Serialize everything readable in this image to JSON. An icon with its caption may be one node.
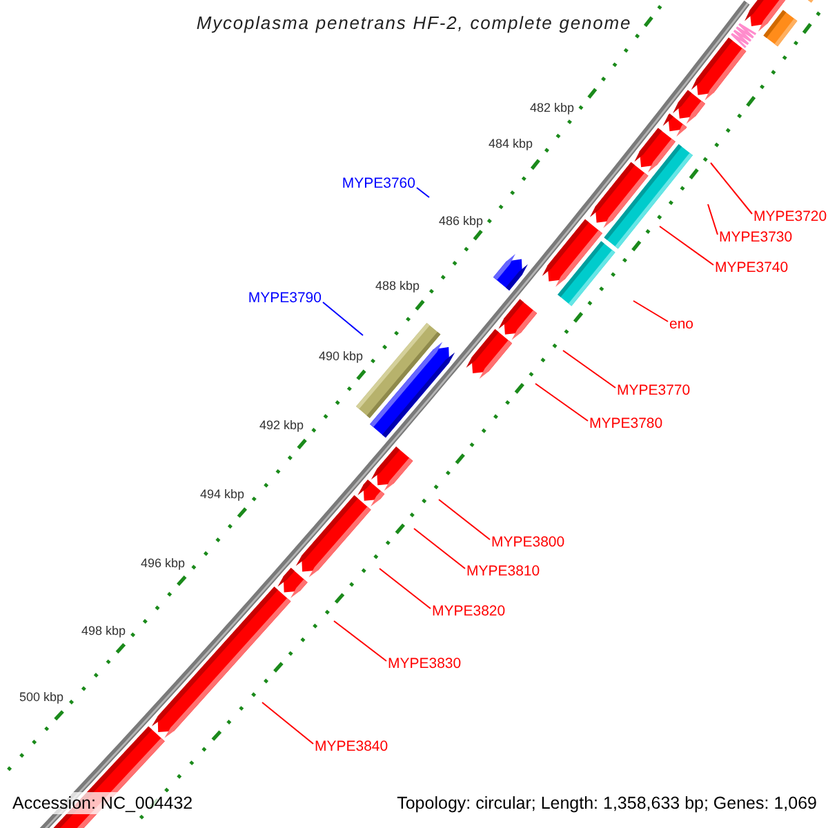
{
  "diagram": {
    "title": "Mycoplasma penetrans HF-2, complete genome",
    "nodes": [
      {
        "text": [
          "MYPE3760"
        ]
      },
      {
        "text": [
          "MYPE3720"
        ]
      },
      {
        "text": [
          "MYPE3730"
        ]
      },
      {
        "text": [
          "MYPE3740"
        ]
      },
      {
        "text": [
          "MYPE3790"
        ]
      },
      {
        "text": [
          "eno"
        ]
      },
      {
        "text": [
          "MYPE3770"
        ]
      },
      {
        "text": [
          "MYPE3780"
        ]
      },
      {
        "text": [
          "MYPE3800"
        ]
      },
      {
        "text": [
          "MYPE3810"
        ]
      },
      {
        "text": [
          "MYPE3820"
        ]
      },
      {
        "text": [
          "MYPE3830"
        ]
      },
      {
        "text": [
          "MYPE3840"
        ]
      }
    ],
    "edges": [
      {
        "from": 0,
        "to": null,
        "arrow": "none",
        "color": "#0000ff"
      },
      {
        "from": 1,
        "to": null,
        "arrow": "none"
      },
      {
        "from": 2,
        "to": null,
        "arrow": "none"
      },
      {
        "from": 3,
        "to": null,
        "arrow": "none"
      },
      {
        "from": 4,
        "to": null,
        "arrow": "none",
        "color": "#0000ff"
      },
      {
        "from": 5,
        "to": null,
        "arrow": "none"
      },
      {
        "from": 6,
        "to": null,
        "arrow": "none"
      },
      {
        "from": 7,
        "to": null,
        "arrow": "none"
      },
      {
        "from": 8,
        "to": null,
        "arrow": "none"
      },
      {
        "from": 9,
        "to": null,
        "arrow": "none"
      },
      {
        "from": 10,
        "to": null,
        "arrow": "none"
      },
      {
        "from": 11,
        "to": null,
        "arrow": "none"
      },
      {
        "from": 12,
        "to": null,
        "arrow": "none"
      }
    ],
    "labels": [
      "482 kbp",
      "484 kbp",
      "486 kbp",
      "488 kbp",
      "490 kbp",
      "492 kbp",
      "494 kbp",
      "496 kbp",
      "498 kbp",
      "500 kbp",
      "Accession: NC_004432",
      "Topology: circular; Length: 1,358,633 bp; Genes: 1,069"
    ]
  }
}
